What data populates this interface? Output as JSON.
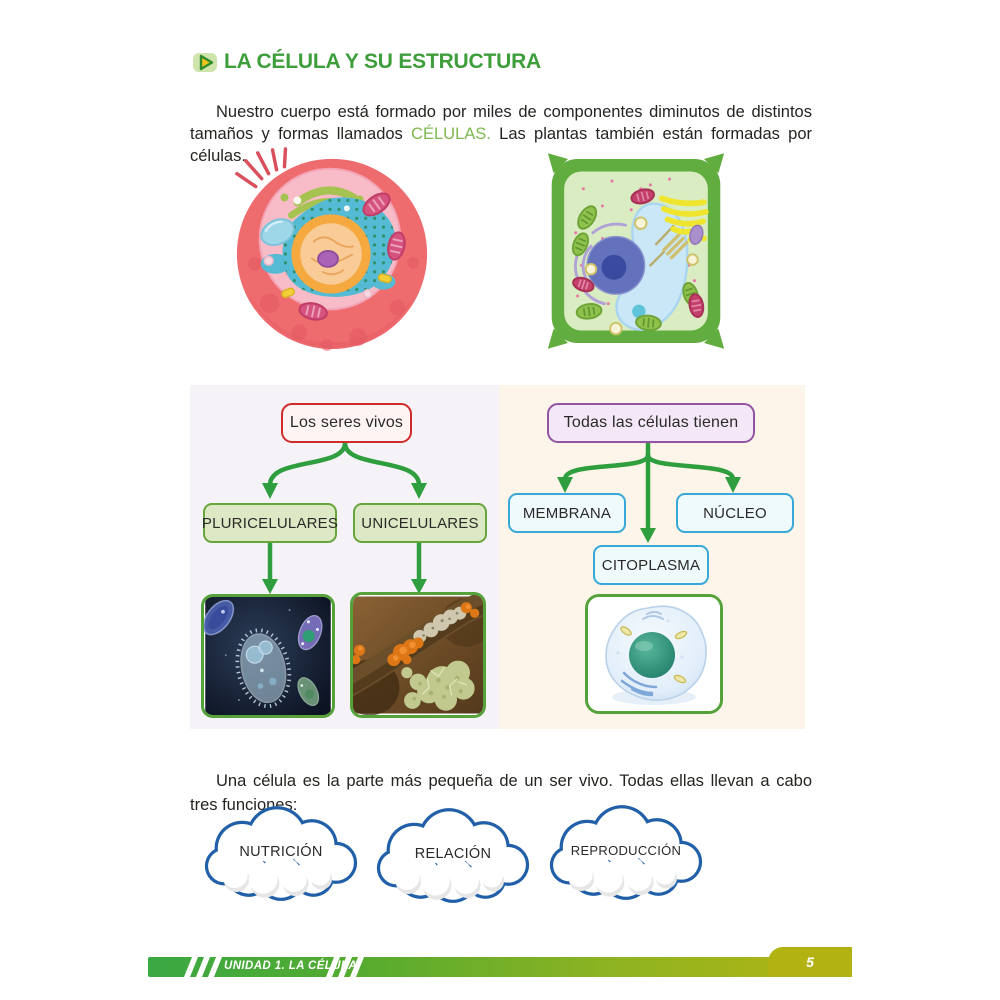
{
  "header": {
    "title": "LA CÉLULA Y SU ESTRUCTURA",
    "bullet_icon": "play-badge-icon"
  },
  "intro": {
    "before": "Nuestro cuerpo está formado por miles de componentes diminutos de distintos tamaños y formas llamados ",
    "highlight": "CÉLULAS.",
    "after": " Las plantas también están formadas por células."
  },
  "illustrations": {
    "animal_cell_alt": "Célula animal",
    "plant_cell_alt": "Célula vegetal",
    "pluricellular_photo_alt": "Microorganismos al microscopio",
    "unicellular_photo_alt": "Líquenes sobre una rama",
    "cell_photo_alt": "Célula con membrana, núcleo y citoplasma"
  },
  "diagram_seres_vivos": {
    "root": "Los seres vivos",
    "children": [
      "PLURICELULARES",
      "UNICELULARES"
    ]
  },
  "diagram_celulas": {
    "root": "Todas las células tienen",
    "children": [
      "MEMBRANA",
      "NÚCLEO",
      "CITOPLASMA"
    ]
  },
  "functions": {
    "paragraph": "Una célula es la parte más pequeña de un ser vivo. Todas ellas llevan a cabo tres funciones:",
    "clouds": [
      "NUTRICIÓN",
      "RELACIÓN",
      "REPRODUCCIÓN"
    ]
  },
  "footer": {
    "unit_label": "UNIDAD 1.  LA CÉLULA",
    "page_number": "5"
  },
  "colors": {
    "title_green": "#3f9e3c",
    "highlight_green": "#7cb94e",
    "arrow_green": "#2f9e3f",
    "red_border": "#cf2b2b",
    "green_node_fill": "#dde9c5",
    "green_node_border": "#69a53d",
    "purple_border": "#9355a2",
    "purple_fill": "#f4e7f7",
    "cyan_border": "#38a8d8",
    "cyan_fill": "#effafd",
    "panel_left_bg": "#f5f3f8",
    "panel_right_bg": "#fdf5e9",
    "cloud_blue": "#2160a8",
    "footer_green": "#3aa843",
    "footer_olive": "#b5b512"
  }
}
